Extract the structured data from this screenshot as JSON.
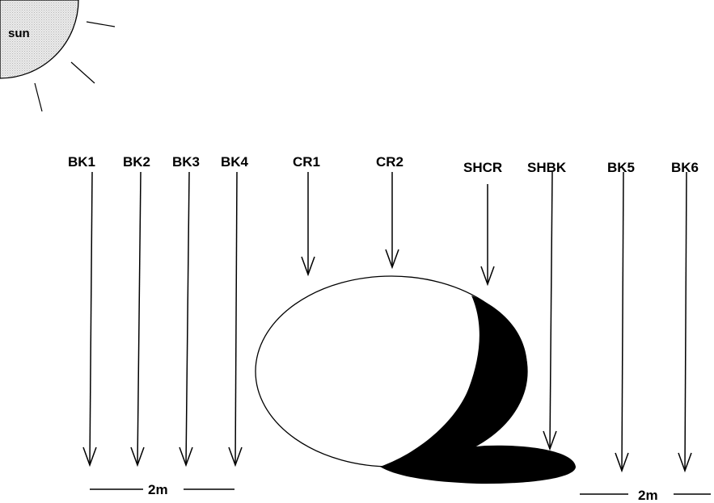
{
  "sun": {
    "label": "sun",
    "fill_color": "#e0e0e0"
  },
  "measurement_points": [
    {
      "id": "bk1",
      "label": "BK1"
    },
    {
      "id": "bk2",
      "label": "BK2"
    },
    {
      "id": "bk3",
      "label": "BK3"
    },
    {
      "id": "bk4",
      "label": "BK4"
    },
    {
      "id": "cr1",
      "label": "CR1"
    },
    {
      "id": "cr2",
      "label": "CR2"
    },
    {
      "id": "shcr",
      "label": "SHCR"
    },
    {
      "id": "shbk",
      "label": "SHBK"
    },
    {
      "id": "bk5",
      "label": "BK5"
    },
    {
      "id": "bk6",
      "label": "BK6"
    }
  ],
  "scale_bars": [
    {
      "id": "left",
      "label": "2m"
    },
    {
      "id": "right",
      "label": "2m"
    }
  ],
  "colors": {
    "line": "#000000",
    "shadow": "#000000",
    "crown": "#ffffff",
    "background": "#ffffff"
  }
}
